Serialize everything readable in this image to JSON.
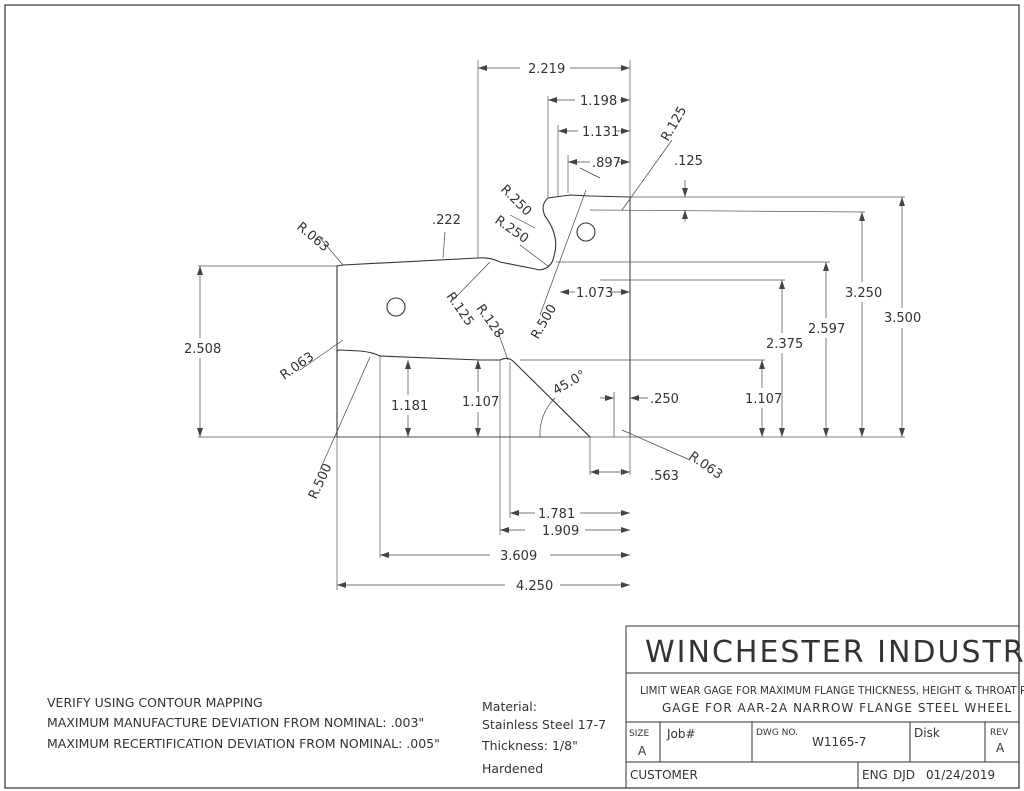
{
  "dimensions": {
    "top_2_219": "2.219",
    "d_1_198": "1.198",
    "d_1_131": "1.131",
    "d_897": ".897",
    "d_125_top": ".125",
    "r_125_top": "R.125",
    "r_250_a": "R.250",
    "r_250_b": "R.250",
    "d_222": ".222",
    "r_063_ul": "R.063",
    "r_125_mid": "R.125",
    "d_1_073": "1.073",
    "r_500_mid": "R.500",
    "r_128": "R.128",
    "d_2_508": "2.508",
    "r_063_ll": "R.063",
    "d_1_181": "1.181",
    "d_1_107_left": "1.107",
    "angle_45": "45.0°",
    "d_250": ".250",
    "d_1_107_right": "1.107",
    "d_2_375": "2.375",
    "d_2_597": "2.597",
    "d_3_250": "3.250",
    "d_3_500": "3.500",
    "r_500_low": "R.500",
    "d_563": ".563",
    "r_063_lr": "R.063",
    "d_1_781": "1.781",
    "d_1_909": "1.909",
    "d_3_609": "3.609",
    "d_4_250": "4.250"
  },
  "notes": {
    "line1": "VERIFY USING CONTOUR MAPPING",
    "line2": "MAXIMUM MANUFACTURE DEVIATION FROM NOMINAL: .003\"",
    "line3": "MAXIMUM RECERTIFICATION DEVIATION FROM NOMINAL: .005\""
  },
  "material": {
    "label": "Material:",
    "spec": "Stainless Steel 17-7",
    "thickness": "Thickness: 1/8\"",
    "finish": "Hardened"
  },
  "title_block": {
    "company": "WINCHESTER INDUSTRIES INC.",
    "title_line1": "LIMIT WEAR GAGE FOR MAXIMUM FLANGE THICKNESS, HEIGHT & THROAT RADII",
    "title_line2": "GAGE FOR AAR-2A NARROW FLANGE STEEL WHEEL",
    "size_label": "SIZE",
    "size_value": "A",
    "job_label": "Job#",
    "dwg_label": "DWG NO.",
    "dwg_value": "W1165-7",
    "disk_label": "Disk",
    "rev_label": "REV",
    "rev_value": "A",
    "customer_label": "CUSTOMER",
    "eng_label": "ENG",
    "eng_initials": "DJD",
    "date": "01/24/2019"
  }
}
